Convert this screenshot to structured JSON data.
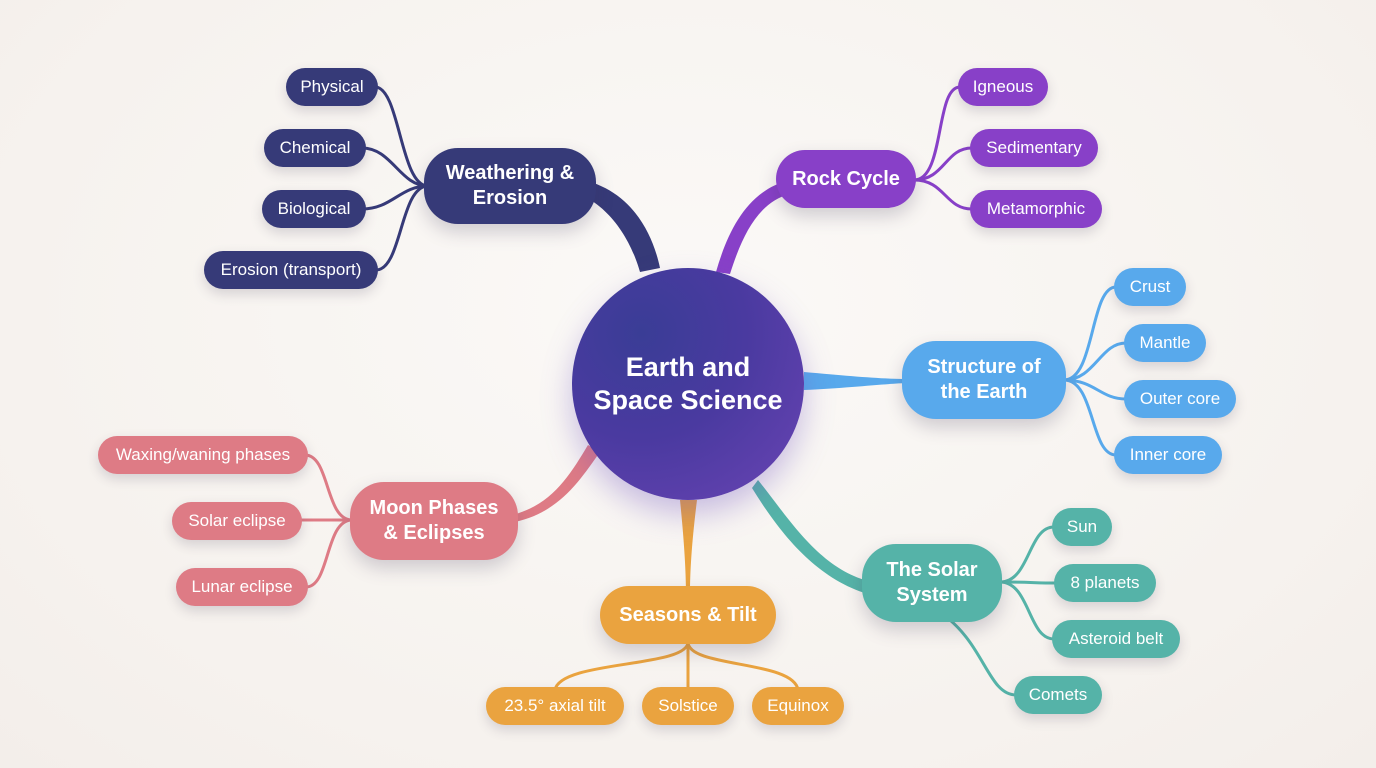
{
  "center": {
    "label_line1": "Earth and",
    "label_line2": "Space Science",
    "color": "#4a3aa0"
  },
  "branches": {
    "weathering": {
      "label_line1": "Weathering &",
      "label_line2": "Erosion",
      "color": "#363a78",
      "children": [
        "Physical",
        "Chemical",
        "Biological",
        "Erosion (transport)"
      ]
    },
    "rock_cycle": {
      "label": "Rock Cycle",
      "color": "#8840c8",
      "children": [
        "Igneous",
        "Sedimentary",
        "Metamorphic"
      ]
    },
    "structure": {
      "label_line1": "Structure of",
      "label_line2": "the Earth",
      "color": "#58a9ec",
      "children": [
        "Crust",
        "Mantle",
        "Outer core",
        "Inner core"
      ]
    },
    "solar_system": {
      "label_line1": "The Solar",
      "label_line2": "System",
      "color": "#55b3a8",
      "children": [
        "Sun",
        "8 planets",
        "Asteroid belt",
        "Comets"
      ]
    },
    "seasons": {
      "label": "Seasons & Tilt",
      "color": "#eaa33f",
      "children": [
        "23.5° axial tilt",
        "Solstice",
        "Equinox"
      ]
    },
    "moon": {
      "label_line1": "Moon Phases",
      "label_line2": "& Eclipses",
      "color": "#de7b85",
      "children": [
        "Waxing/waning phases",
        "Solar eclipse",
        "Lunar eclipse"
      ]
    }
  }
}
